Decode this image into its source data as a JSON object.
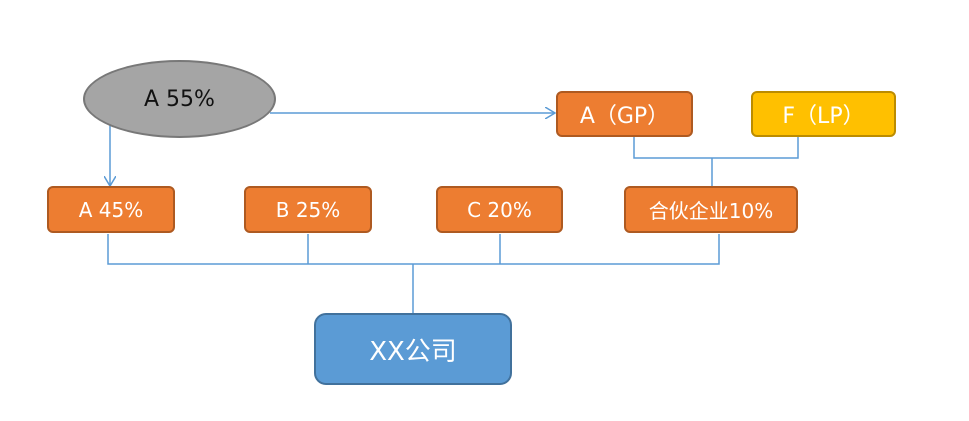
{
  "diagram": {
    "colors": {
      "orange": "#ED7D31",
      "yellow": "#FFC000",
      "blue": "#5B9BD5",
      "gray": "#A5A5A5",
      "connector": "#5B9BD5"
    },
    "nodes": {
      "a_55": "A  55%",
      "a_gp": "A（GP）",
      "f_lp": "F（LP）",
      "a_45": "A  45%",
      "b_25": "B  25%",
      "c_20": "C  20%",
      "partnership_10": "合伙企业10%",
      "company": "XX公司"
    }
  }
}
